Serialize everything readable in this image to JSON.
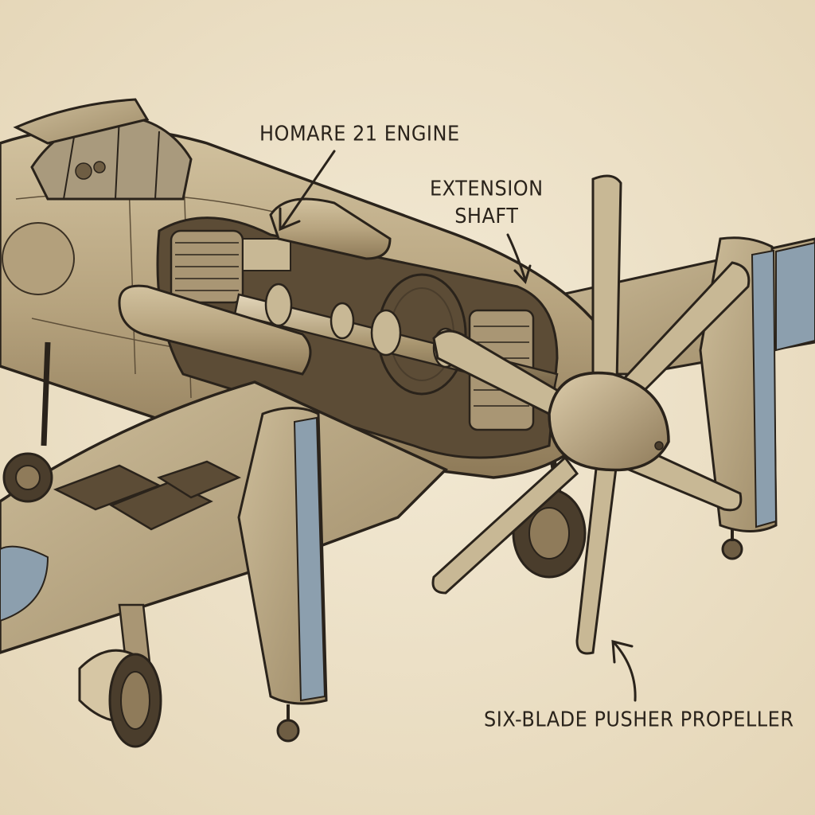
{
  "labels": {
    "engine": "HOMARE 21 ENGINE",
    "shaft_line1": "EXTENSION",
    "shaft_line2": "SHAFT",
    "propeller": "SIX-BLADE PUSHER PROPELLER"
  },
  "roundel_text": "",
  "colors": {
    "paper": "#efe4cc",
    "metal": "#b9a582",
    "metal_dark": "#8f7b5a",
    "metal_light": "#d6c6a4",
    "ink": "#2a231b",
    "slate_blue": "#8c9fae"
  }
}
